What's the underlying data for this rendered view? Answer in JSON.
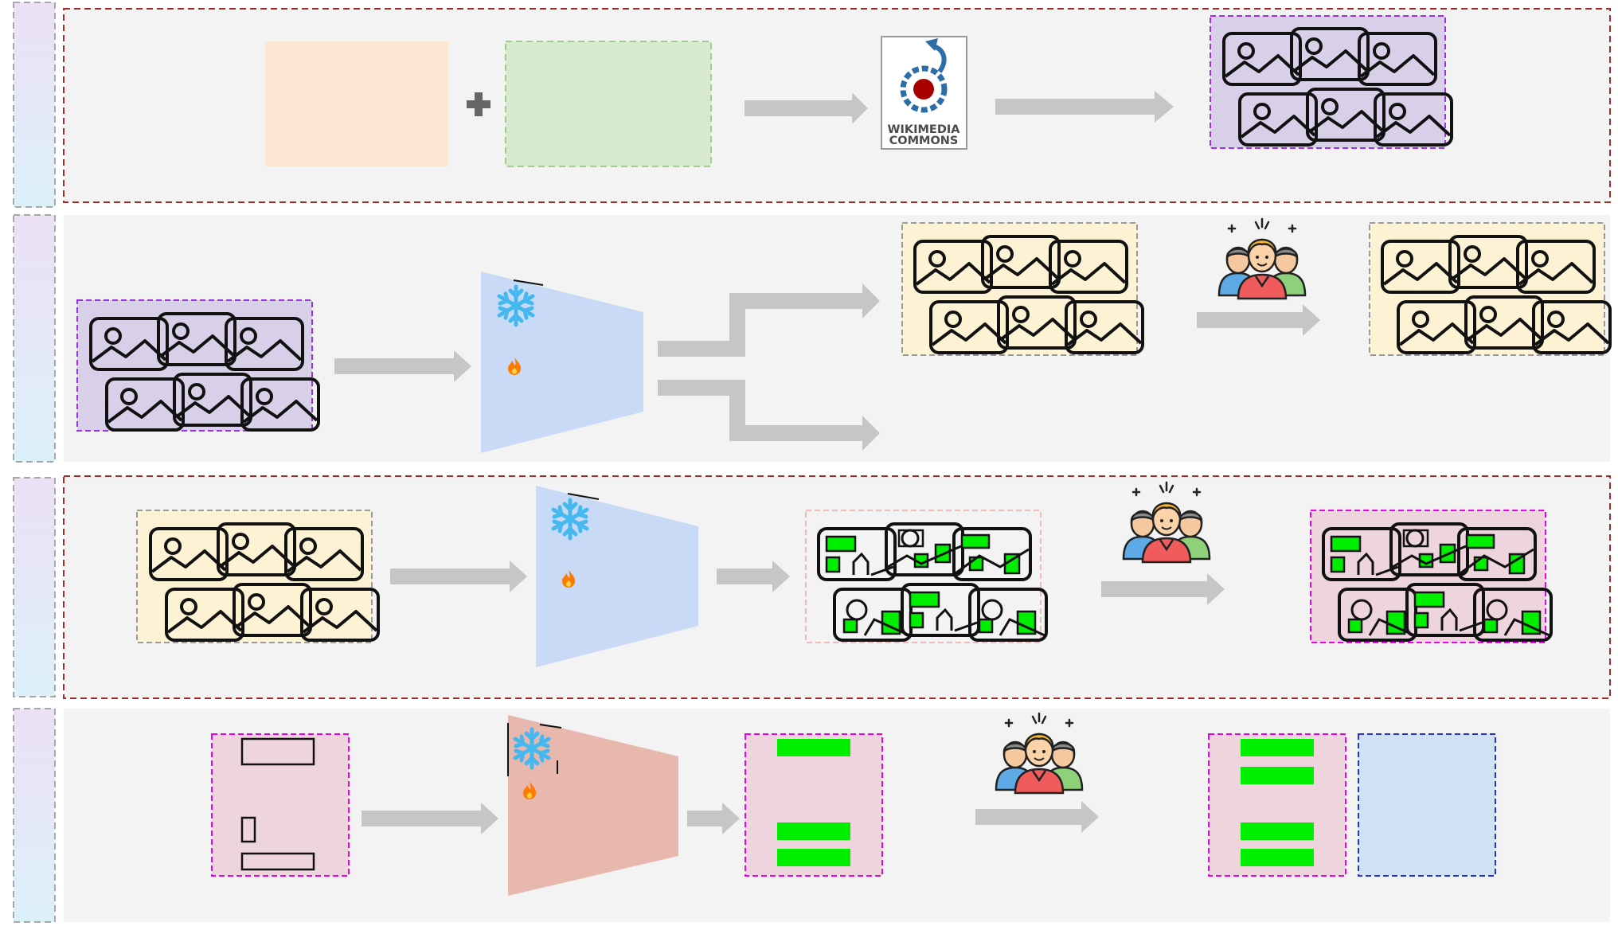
{
  "logo": {
    "line1": "WIKIMEDIA",
    "line2": "COMMONS"
  },
  "colors": {
    "panel_bg": "#f3f3f3",
    "stage_dash_border": "#a52a2a",
    "sidebar_top": "#ece0f6",
    "sidebar_bottom": "#dcf0fa",
    "arrow_gray": "#c6c6c6",
    "source_orange": "#fde6d2",
    "source_green": "#d8eacf",
    "image_set_purple": "#d8d0e8",
    "image_set_yellow": "#fdf2d4",
    "image_set_pink": "#eed5dd",
    "encoder_blue": "#c9daf7",
    "encoder_red": "#e8b7ad",
    "result_blue": "#d0e1f3",
    "highlight_green": "#00ee00",
    "magenta_border": "#e800e8",
    "purple_border": "#9b30e8",
    "blue_border": "#2233cc",
    "frozen_icon": "#45b8f0",
    "trainable_icon": "#ff7a00"
  },
  "icons": {
    "frozen": "snowflake-icon",
    "trainable": "flame-icon",
    "annotators": "people-group-icon",
    "image": "image-icon",
    "add": "plus-icon",
    "source": "wikimedia-commons-logo"
  }
}
